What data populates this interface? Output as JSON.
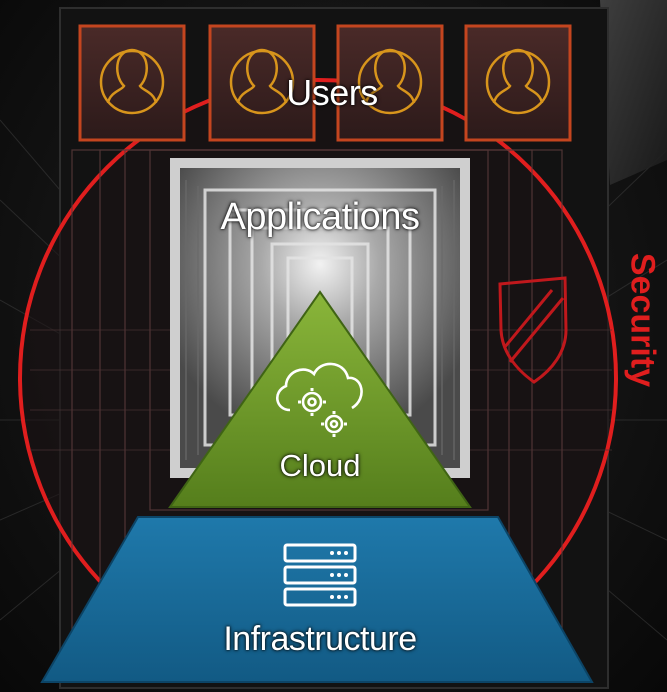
{
  "diagram": {
    "users_label": "Users",
    "applications_label": "Applications",
    "cloud_label": "Cloud",
    "infrastructure_label": "Infrastructure",
    "security_label": "Security"
  },
  "icons": {
    "user": "user-silhouette-icon",
    "cloud": "cloud-gears-icon",
    "server": "server-rack-icon",
    "shield": "shield-icon"
  },
  "colors": {
    "security_ring": "#e01e1e",
    "user_tile_border": "#c4451f",
    "user_icon_stroke": "#d8951c",
    "cloud_green": "#6f9d2a",
    "infrastructure_blue": "#1a6c99"
  }
}
